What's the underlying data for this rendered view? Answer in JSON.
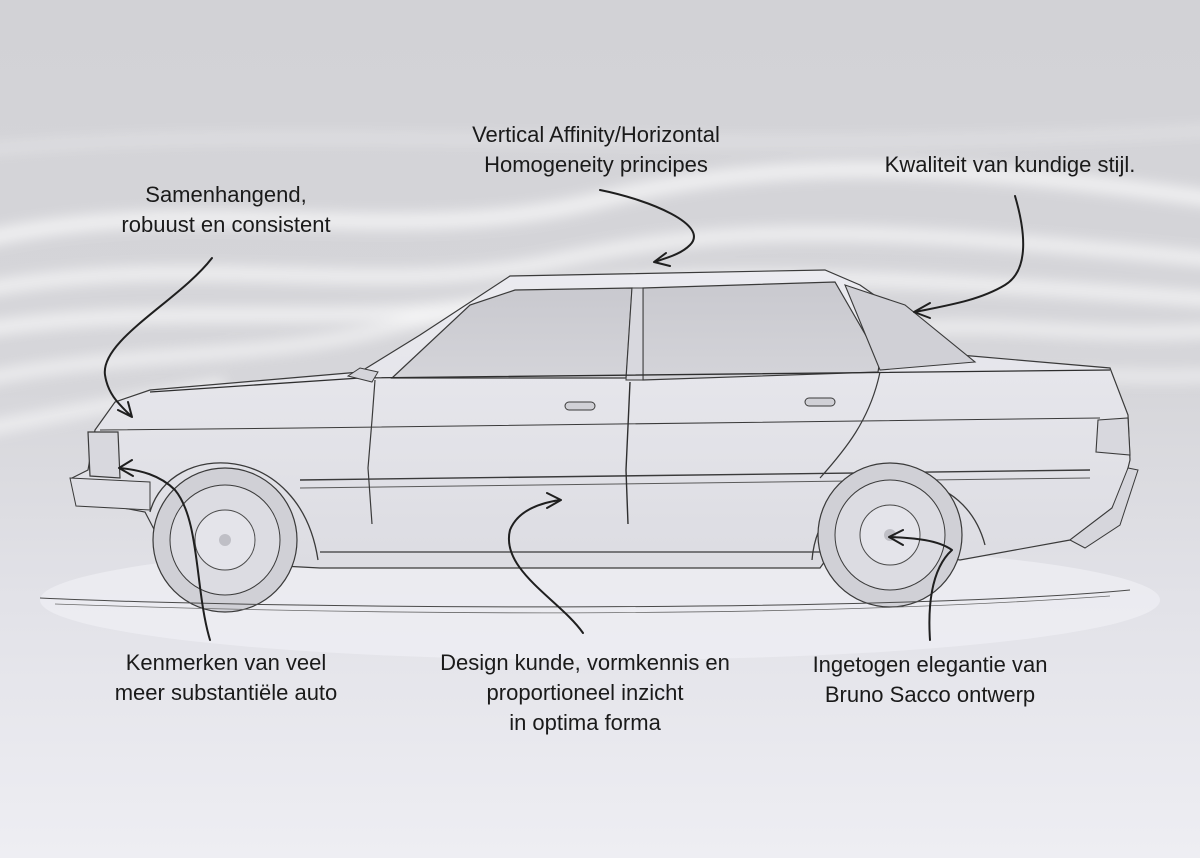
{
  "annotations": {
    "vertical_affinity": {
      "line1": "Vertical Affinity/Horizontal",
      "line2": "Homogeneity principes"
    },
    "samenhangend": {
      "line1": "Samenhangend,",
      "line2": "robuust en consistent"
    },
    "kwaliteit": {
      "line1": "Kwaliteit van kundige stijl."
    },
    "kenmerken": {
      "line1": "Kenmerken van veel",
      "line2": "meer substantiële auto"
    },
    "design_kunde": {
      "line1": "Design kunde, vormkennis en",
      "line2": "proportioneel inzicht",
      "line3": "in optima forma"
    },
    "ingetogen": {
      "line1": "Ingetogen elegantie van",
      "line2": "Bruno Sacco ontwerp"
    }
  },
  "colors": {
    "background": "#d6d6da",
    "car_body": "#e4e4ea",
    "sketch_line": "#2a2a2a",
    "text": "#1a1a1a"
  }
}
